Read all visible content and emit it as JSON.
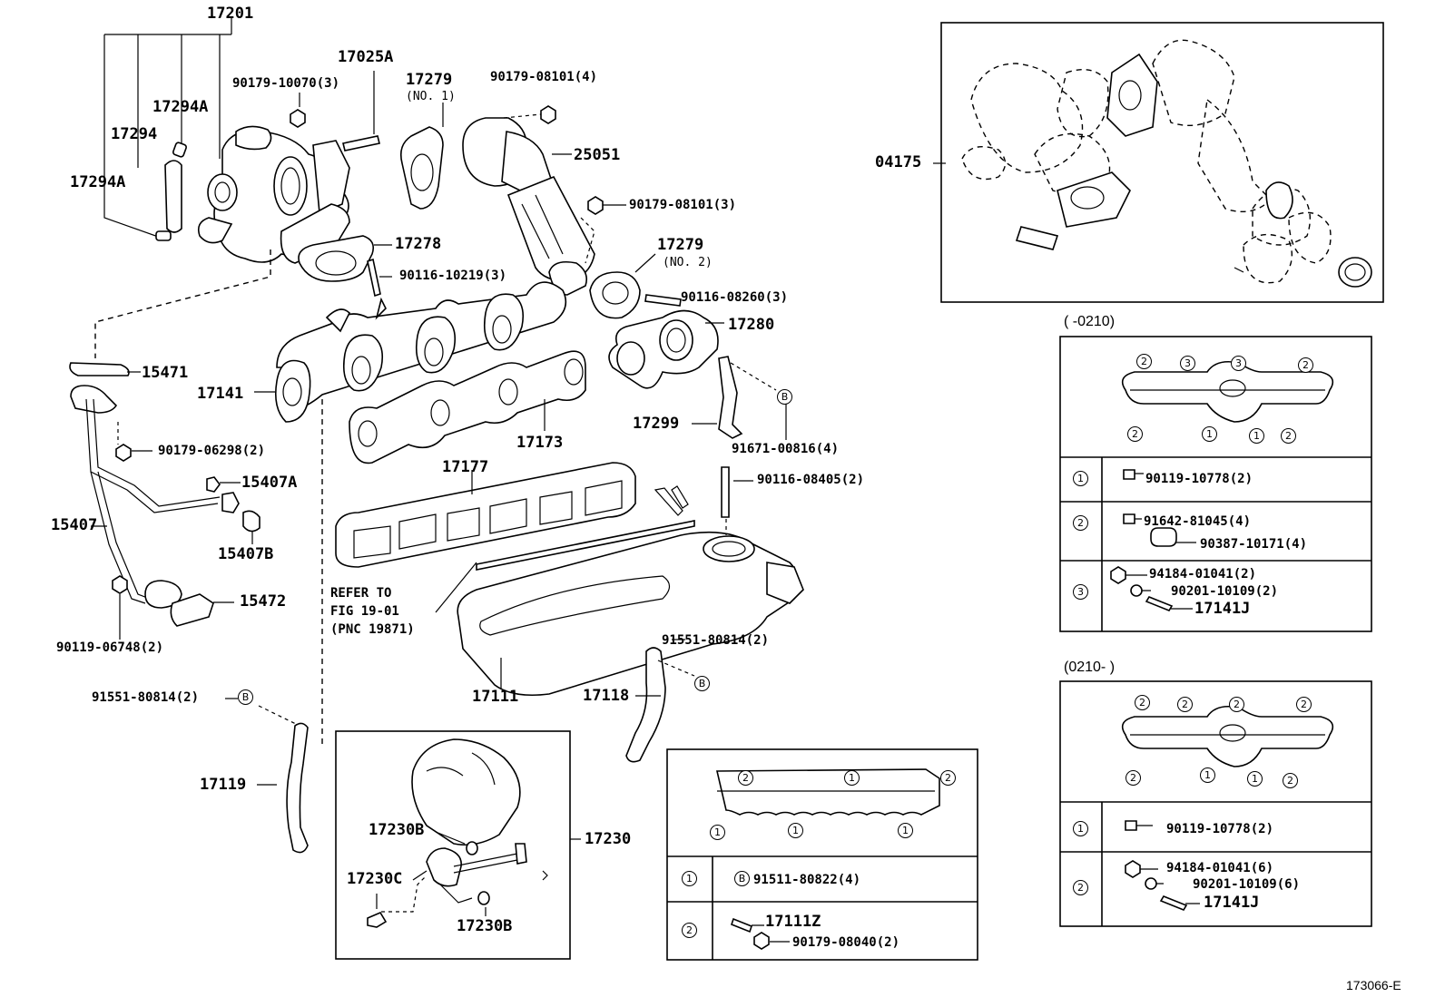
{
  "parts": {
    "p17201": "17201",
    "p17025A": "17025A",
    "p17279_top": "17279",
    "p17279_no1": "(NO. 1)",
    "p90179_10070": "90179-10070(3)",
    "p90179_08101_4": "90179-08101(4)",
    "p17294A_top": "17294A",
    "p17294": "17294",
    "p17294A_left": "17294A",
    "p25051": "25051",
    "p90179_08101_3": "90179-08101(3)",
    "p17278": "17278",
    "p90116_10219": "90116-10219(3)",
    "p17279_mid": "17279",
    "p17279_no2": "(NO. 2)",
    "p90116_08260": "90116-08260(3)",
    "p17280": "17280",
    "p15471": "15471",
    "p17141": "17141",
    "p17173": "17173",
    "p17299": "17299",
    "p91671": "91671-00816(4)",
    "p90179_06298": "90179-06298(2)",
    "p15407A": "15407A",
    "p17177": "17177",
    "p90116_08405": "90116-08405(2)",
    "p15407": "15407",
    "p15407B": "15407B",
    "p15472": "15472",
    "p90119_06748": "90119-06748(2)",
    "refer1": "REFER TO",
    "refer2": "FIG 19-01",
    "refer3": "(PNC 19871)",
    "p91551_right": "91551-80814(2)",
    "p17111": "17111",
    "p17118": "17118",
    "p91551_left": "91551-80814(2)",
    "p17119": "17119",
    "p17230": "17230",
    "p17230B_a": "17230B",
    "p17230C": "17230C",
    "p17230B_b": "17230B",
    "p04175": "04175",
    "fig_no": "173066-E",
    "callout_b": "B"
  },
  "table_intake": {
    "rows": [
      {
        "key": "1",
        "items": [
          {
            "b": "B",
            "label": "91511-80822(4)"
          }
        ]
      },
      {
        "key": "2",
        "items": [
          {
            "label": "17111Z"
          },
          {
            "label": "90179-08040(2)"
          }
        ]
      }
    ],
    "diagram_marks": [
      "2",
      "1",
      "2",
      "1",
      "1",
      "1"
    ]
  },
  "table_early": {
    "period": "(      -0210)",
    "rows": [
      {
        "key": "1",
        "items": [
          "90119-10778(2)"
        ]
      },
      {
        "key": "2",
        "items": [
          "91642-81045(4)",
          "90387-10171(4)"
        ]
      },
      {
        "key": "3",
        "items": [
          "94184-01041(2)",
          "90201-10109(2)",
          "17141J"
        ]
      }
    ],
    "diagram_marks": [
      "2",
      "3",
      "3",
      "2",
      "2",
      "1",
      "1",
      "2"
    ]
  },
  "table_late": {
    "period": "(0210-      )",
    "rows": [
      {
        "key": "1",
        "items": [
          "90119-10778(2)"
        ]
      },
      {
        "key": "2",
        "items": [
          "94184-01041(6)",
          "90201-10109(6)",
          "17141J"
        ]
      }
    ],
    "diagram_marks": [
      "2",
      "2",
      "2",
      "2",
      "2",
      "1",
      "1",
      "2"
    ]
  }
}
